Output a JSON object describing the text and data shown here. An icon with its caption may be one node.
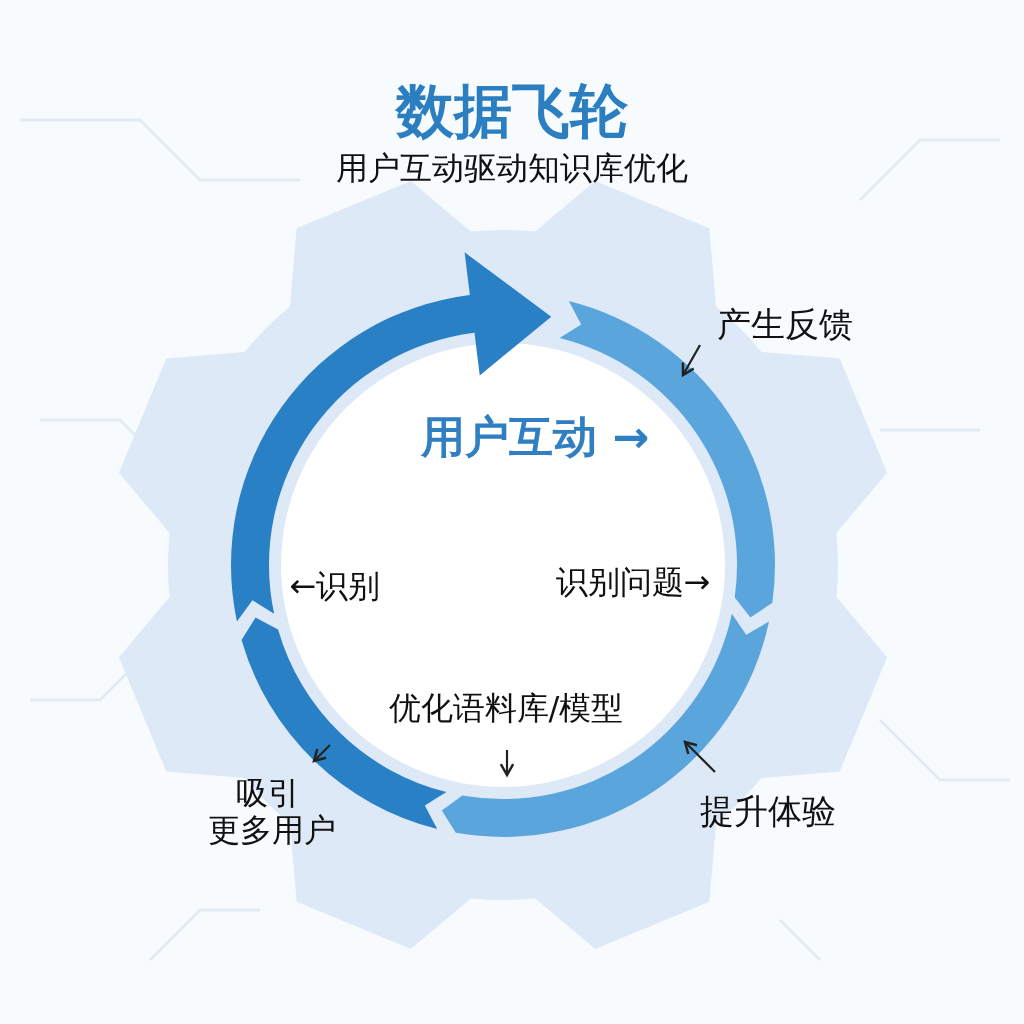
{
  "diagram": {
    "title": "数据飞轮",
    "labels": [
      "用户互动驱动知识库优化",
      "产生反馈",
      "用户互动 →",
      "识别问题→",
      "←识别",
      "优化语料库/模型",
      "吸引",
      "更多用户",
      "提升体验"
    ]
  }
}
